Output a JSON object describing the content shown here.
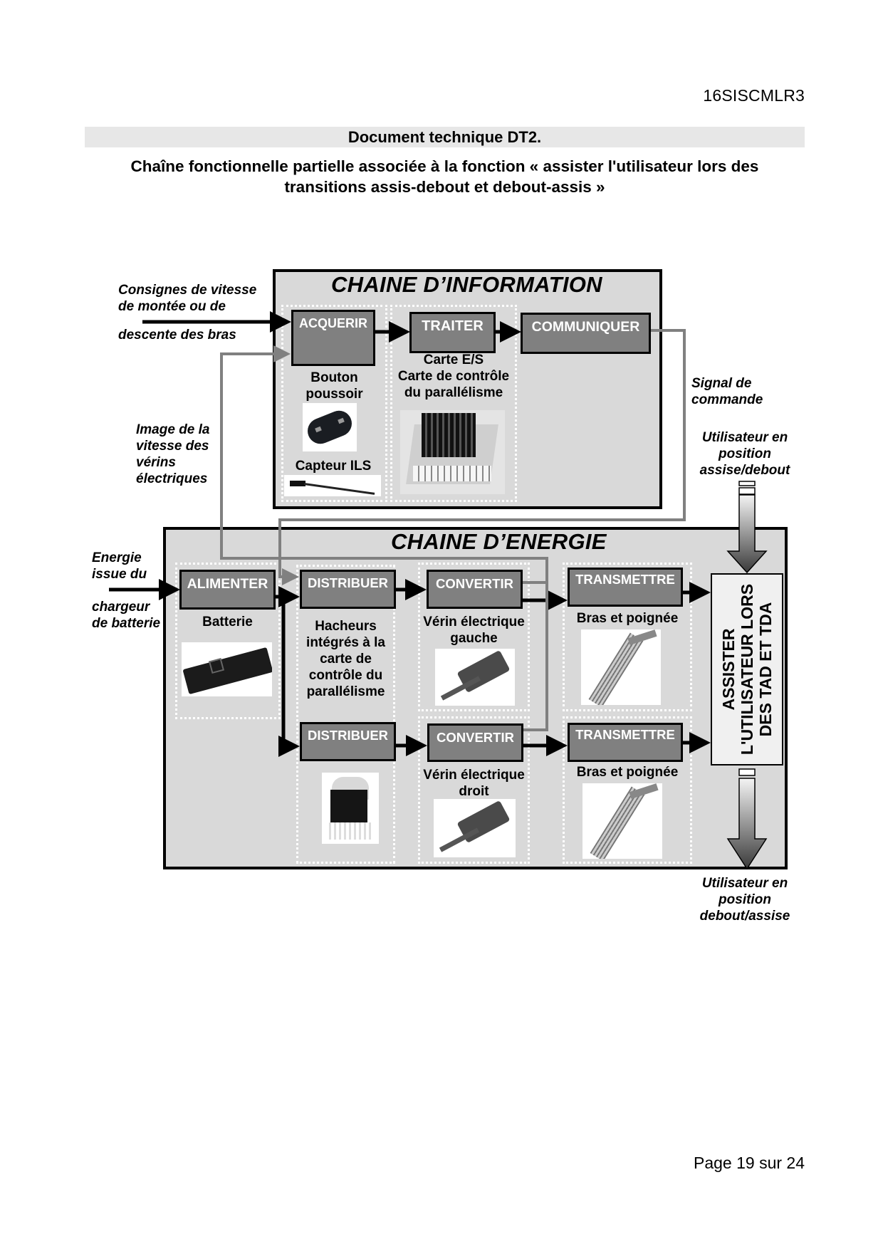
{
  "header": {
    "document_code": "16SISCMLR3",
    "title": "Document technique DT2.",
    "subtitle_line1": "Chaîne fonctionnelle partielle associée à la fonction « assister l'utilisateur lors des",
    "subtitle_line2": "transitions assis-debout et debout-assis »"
  },
  "diagram": {
    "information_chain": {
      "title": "CHAINE D’INFORMATION",
      "functions": [
        {
          "label": "ACQUERIR",
          "components": [
            "Bouton poussoir",
            "Capteur ILS"
          ]
        },
        {
          "label": "TRAITER",
          "components": [
            "Carte E/S",
            "Carte de contrôle du parallélisme"
          ]
        },
        {
          "label": "COMMUNIQUER",
          "components": []
        }
      ],
      "captions": {
        "bouton_line1": "Bouton",
        "bouton_line2": "poussoir",
        "capteur": "Capteur ILS",
        "carte_line1": "Carte E/S",
        "carte_line2": "Carte de contrôle",
        "carte_line3": "du parallélisme"
      }
    },
    "energy_chain": {
      "title": "CHAINE D’ENERGIE",
      "functions": {
        "alimenter": "ALIMENTER",
        "distribuer_top": "DISTRIBUER",
        "distribuer_bottom": "DISTRIBUER",
        "convertir_top": "CONVERTIR",
        "convertir_bottom": "CONVERTIR",
        "transmettre_top": "TRANSMETTRE",
        "transmettre_bottom": "TRANSMETTRE"
      },
      "captions": {
        "batterie": "Batterie",
        "hacheurs_line1": "Hacheurs",
        "hacheurs_line2": "intégrés à la",
        "hacheurs_line3": "carte de",
        "hacheurs_line4": "contrôle du",
        "hacheurs_line5": "parallélisme",
        "verin_gauche_line1": "Vérin électrique",
        "verin_gauche_line2": "gauche",
        "verin_droit_line1": "Vérin électrique",
        "verin_droit_line2": "droit",
        "bras_top": "Bras et poignée",
        "bras_bottom": "Bras et poignée"
      }
    },
    "inputs_outputs": {
      "consignes_line1": "Consignes de vitesse",
      "consignes_line2": "de montée ou de",
      "consignes_line3": "descente des bras",
      "image_line1": "Image de la",
      "image_line2": "vitesse des",
      "image_line3": "vérins",
      "image_line4": "électriques",
      "signal_line1": "Signal de",
      "signal_line2": "commande",
      "energie_line1": "Energie",
      "energie_line2": "issue du",
      "energie_line3": "chargeur",
      "energie_line4": "de batterie",
      "user_in_line1": "Utilisateur en",
      "user_in_line2": "position",
      "user_in_line3": "assise/debout",
      "user_out_line1": "Utilisateur en",
      "user_out_line2": "position",
      "user_out_line3": "debout/assise"
    },
    "final_function": {
      "line1": "ASSISTER",
      "line2": "L'UTILISATEUR LORS",
      "line3": "DES TAD ET TDA"
    }
  },
  "footer": {
    "page_label": "Page 19 sur 24"
  }
}
